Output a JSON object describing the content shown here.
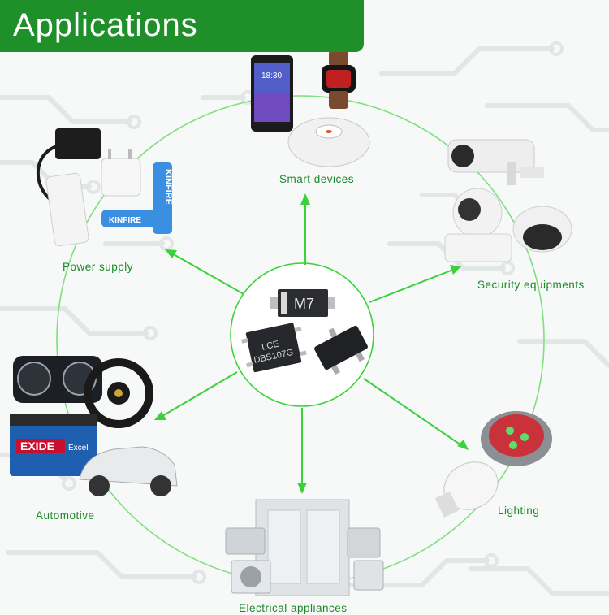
{
  "header": {
    "title": "Applications"
  },
  "center": {
    "chip_markings": [
      "M7",
      "DBS107G",
      "LCE"
    ]
  },
  "categories": [
    {
      "id": "smart-devices",
      "label": "Smart devices"
    },
    {
      "id": "power-supply",
      "label": "Power supply"
    },
    {
      "id": "security",
      "label": "Security equipments"
    },
    {
      "id": "automotive",
      "label": "Automotive"
    },
    {
      "id": "lighting",
      "label": "Lighting"
    },
    {
      "id": "appliances",
      "label": "Electrical appliances"
    }
  ],
  "product_text": {
    "battery_brand": "KINFIRE",
    "car_battery_brand": "EXIDE",
    "car_battery_sub": "Excel",
    "phone_time": "18:30"
  },
  "colors": {
    "brand_green": "#1f8f2a",
    "ring_green": "#7ee07e",
    "arrow_green": "#3ad13a",
    "label_green": "#1a8a28"
  }
}
